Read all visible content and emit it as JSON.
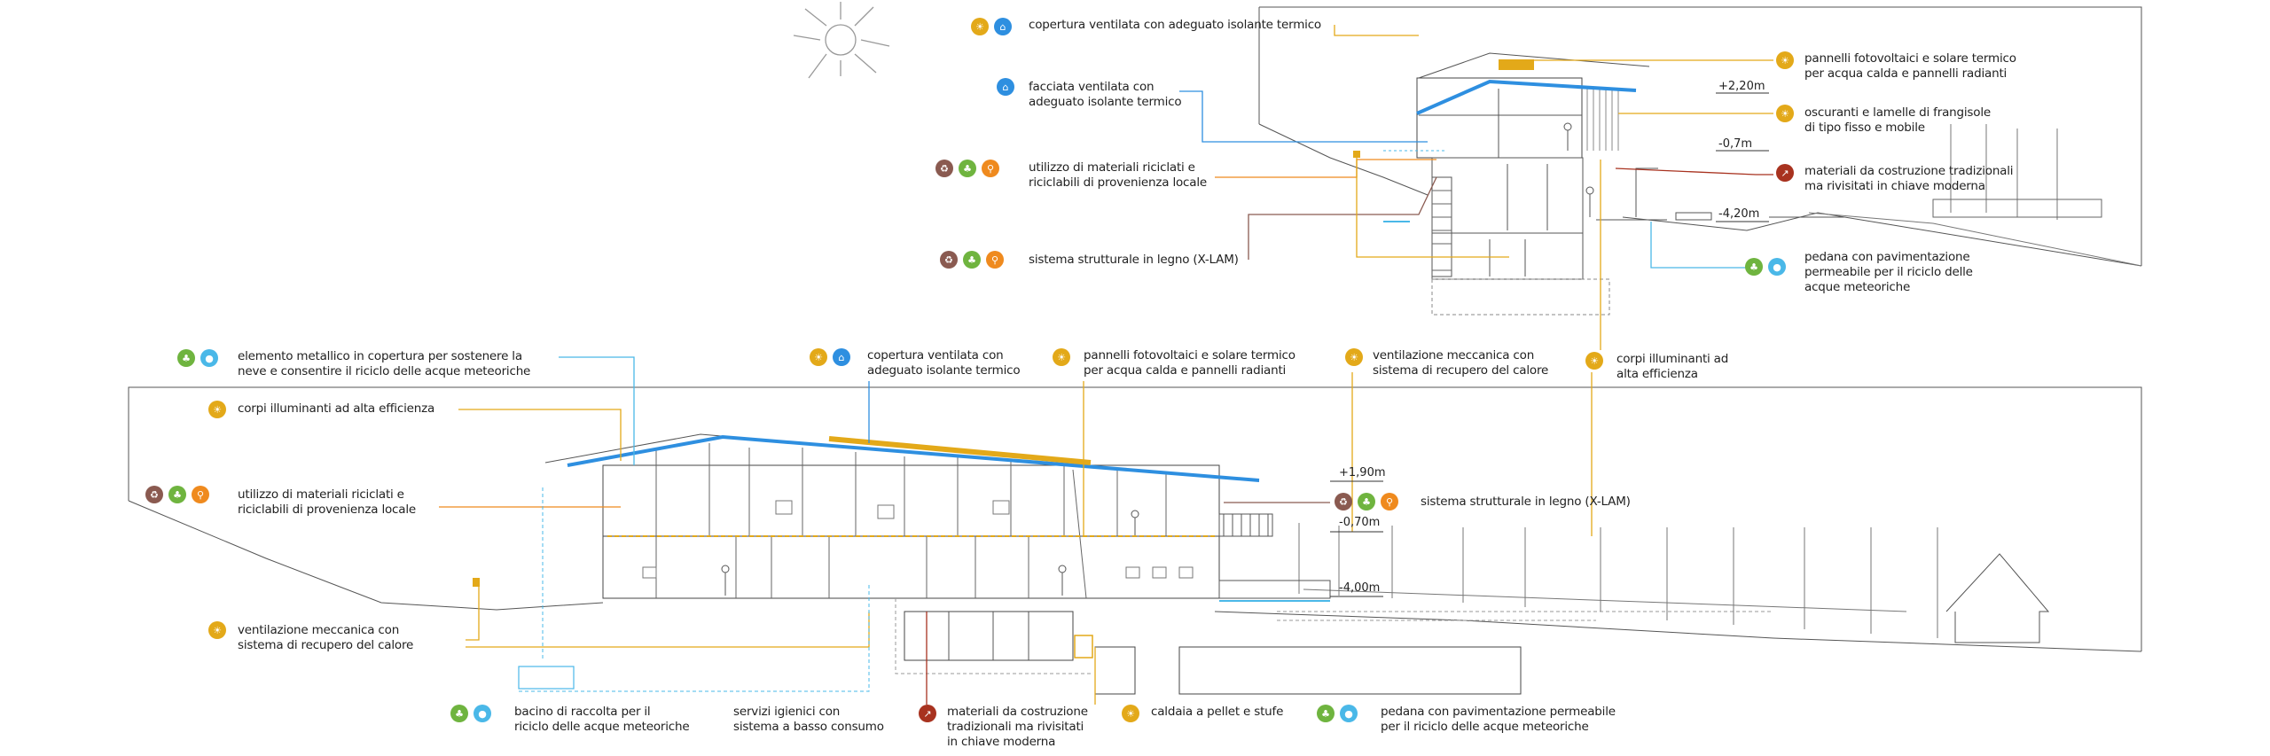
{
  "colors": {
    "yellow": "#e3a919",
    "blue": "#2e8fe0",
    "green": "#6fb43f",
    "brown": "#8a5a50",
    "orange": "#ef8a1e",
    "red": "#a8321f",
    "lightblue": "#4ab8e8",
    "line": "#333333"
  },
  "top_section": {
    "annotations": [
      {
        "id": "t1",
        "text": "copertura ventilata con adeguato isolante termico",
        "icons": [
          "yellow-icon",
          "blue-icon"
        ]
      },
      {
        "id": "t2",
        "text": "facciata ventilata con\nadeguato isolante termico",
        "icons": [
          "blue-icon"
        ]
      },
      {
        "id": "t3",
        "text": "utilizzo di materiali riciclati e\nriciclabili di provenienza locale",
        "icons": [
          "brown-icon",
          "green-icon",
          "orange-icon"
        ]
      },
      {
        "id": "t4",
        "text": "sistema strutturale in legno (X-LAM)",
        "icons": [
          "brown-icon",
          "green-icon",
          "orange-icon"
        ]
      },
      {
        "id": "t5",
        "text": "pannelli fotovoltaici e solare termico\nper acqua calda e pannelli radianti",
        "icons": [
          "yellow-icon"
        ]
      },
      {
        "id": "t6",
        "text": "oscuranti e lamelle di frangisole\ndi tipo fisso e mobile",
        "icons": [
          "yellow-icon"
        ]
      },
      {
        "id": "t7",
        "text": "materiali da costruzione tradizionali\nma rivisitati in chiave moderna",
        "icons": [
          "red-icon"
        ]
      },
      {
        "id": "t8",
        "text": "pedana con pavimentazione\npermeabile per il riciclo delle\nacque meteoriche",
        "icons": [
          "green-icon",
          "lightblue-icon"
        ]
      },
      {
        "id": "t9",
        "text": "ventilazione meccanica con\nsistema di recupero del calore",
        "icons": [
          "yellow-icon"
        ]
      },
      {
        "id": "t10",
        "text": "corpi illuminanti ad\nalta efficienza",
        "icons": [
          "yellow-icon"
        ]
      }
    ],
    "levels": [
      "+2,20m",
      "-0,7m",
      "-4,20m"
    ]
  },
  "bottom_section": {
    "annotations": [
      {
        "id": "b1",
        "text": "elemento metallico in copertura per sostenere la\nneve e consentire il riciclo delle acque meteoriche",
        "icons": [
          "green-icon",
          "lightblue-icon"
        ]
      },
      {
        "id": "b2",
        "text": "corpi illuminanti ad alta efficienza",
        "icons": [
          "yellow-icon"
        ]
      },
      {
        "id": "b3",
        "text": "utilizzo di materiali riciclati e\nriciclabili di provenienza locale",
        "icons": [
          "brown-icon",
          "green-icon",
          "orange-icon"
        ]
      },
      {
        "id": "b4",
        "text": "ventilazione meccanica con\nsistema di recupero del calore",
        "icons": [
          "yellow-icon"
        ]
      },
      {
        "id": "b5",
        "text": "copertura ventilata con\nadeguato isolante termico",
        "icons": [
          "yellow-icon",
          "blue-icon"
        ]
      },
      {
        "id": "b6",
        "text": "pannelli fotovoltaici e solare termico\nper acqua calda e pannelli radianti",
        "icons": [
          "yellow-icon"
        ]
      },
      {
        "id": "b7",
        "text": "sistema strutturale in legno (X-LAM)",
        "icons": [
          "brown-icon",
          "green-icon",
          "orange-icon"
        ]
      },
      {
        "id": "b8",
        "text": "bacino di raccolta per il\nriciclo delle acque meteoriche",
        "icons": [
          "green-icon",
          "lightblue-icon"
        ]
      },
      {
        "id": "b9",
        "text": "servizi igienici con\nsistema a basso consumo",
        "icons": []
      },
      {
        "id": "b10",
        "text": "materiali da costruzione\ntradizionali ma rivisitati\nin chiave moderna",
        "icons": [
          "red-icon"
        ]
      },
      {
        "id": "b11",
        "text": "caldaia a pellet e stufe",
        "icons": [
          "yellow-icon"
        ]
      },
      {
        "id": "b12",
        "text": "pedana con pavimentazione permeabile\nper il riciclo delle acque meteoriche",
        "icons": [
          "green-icon",
          "lightblue-icon"
        ]
      }
    ],
    "levels": [
      "+1,90m",
      "-0,70m",
      "-4,00m"
    ]
  }
}
